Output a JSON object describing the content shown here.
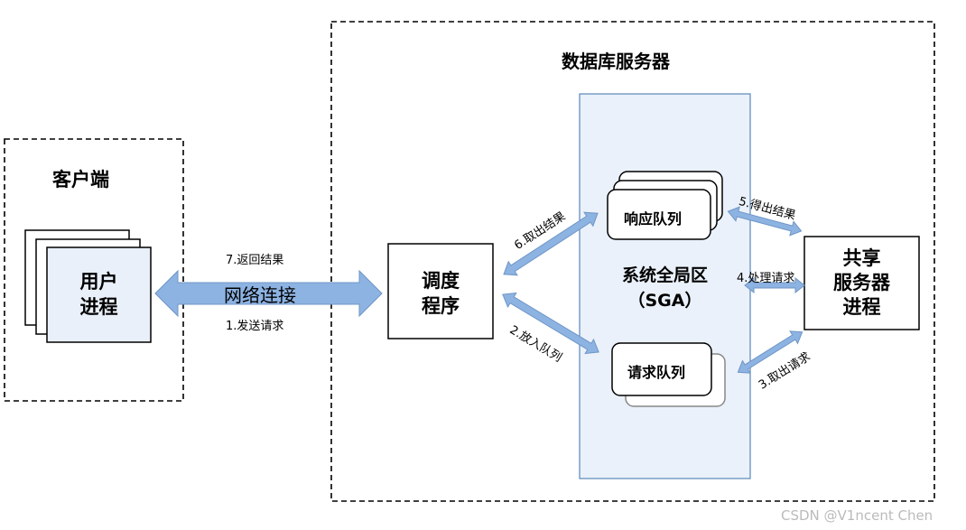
{
  "client": {
    "title": "客户端",
    "process_label_line1": "用户",
    "process_label_line2": "进程"
  },
  "server": {
    "title": "数据库服务器"
  },
  "network": {
    "label": "网络连接"
  },
  "dispatcher": {
    "line1": "调度",
    "line2": "程序"
  },
  "sga": {
    "line1": "系统全局区",
    "line2": "（SGA）"
  },
  "queues": {
    "response": "响应队列",
    "request": "请求队列"
  },
  "shared_server": {
    "line1": "共享",
    "line2": "服务器",
    "line3": "进程"
  },
  "steps": {
    "s1": "1.发送请求",
    "s2": "2.放入队列",
    "s3": "3.取出请求",
    "s4": "4.处理请求",
    "s5": "5.得出结果",
    "s6": "6.取出结果",
    "s7": "7.返回结果"
  },
  "watermark": "CSDN @V1ncent Chen",
  "colors": {
    "arrow_fill": "#8db3e2",
    "arrow_stroke": "#6f96c6",
    "box_fill": "#e9f0f9",
    "sga_fill": "#eaf1fa",
    "sga_stroke": "#5b87b9"
  }
}
